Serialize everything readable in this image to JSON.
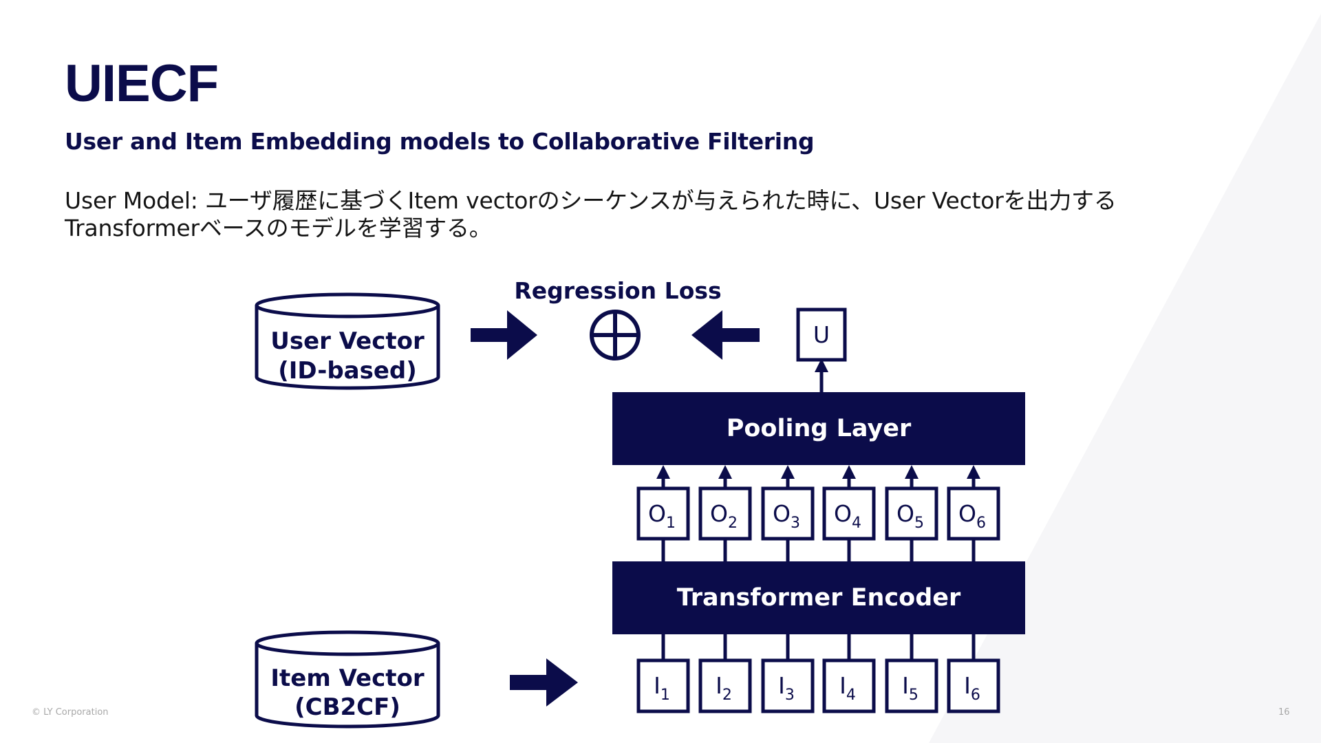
{
  "slide": {
    "title": "UIECF",
    "subtitle": "User and Item Embedding models to Collaborative Filtering",
    "description_line1": "User Model: ユーザ履歴に基づくItem vectorのシーケンスが与えられた時に、User Vectorを出力する",
    "description_line2": "Transformerベースのモデルを学習する。",
    "footer_copyright": "© LY Corporation",
    "page_number": "16"
  },
  "diagram": {
    "user_vector": {
      "line1": "User Vector",
      "line2": "(ID-based)"
    },
    "item_vector": {
      "line1": "Item Vector",
      "line2": "(CB2CF)"
    },
    "loss_label": "Regression Loss",
    "output_label": "U",
    "pooling_label": "Pooling Layer",
    "encoder_label": "Transformer Encoder",
    "outputs": [
      {
        "base": "O",
        "sub": "1"
      },
      {
        "base": "O",
        "sub": "2"
      },
      {
        "base": "O",
        "sub": "3"
      },
      {
        "base": "O",
        "sub": "4"
      },
      {
        "base": "O",
        "sub": "5"
      },
      {
        "base": "O",
        "sub": "6"
      }
    ],
    "inputs": [
      {
        "base": "I",
        "sub": "1"
      },
      {
        "base": "I",
        "sub": "2"
      },
      {
        "base": "I",
        "sub": "3"
      },
      {
        "base": "I",
        "sub": "4"
      },
      {
        "base": "I",
        "sub": "5"
      },
      {
        "base": "I",
        "sub": "6"
      }
    ]
  },
  "colors": {
    "navy": "#0b0c4a",
    "background_shape": "#f6f6f8"
  }
}
